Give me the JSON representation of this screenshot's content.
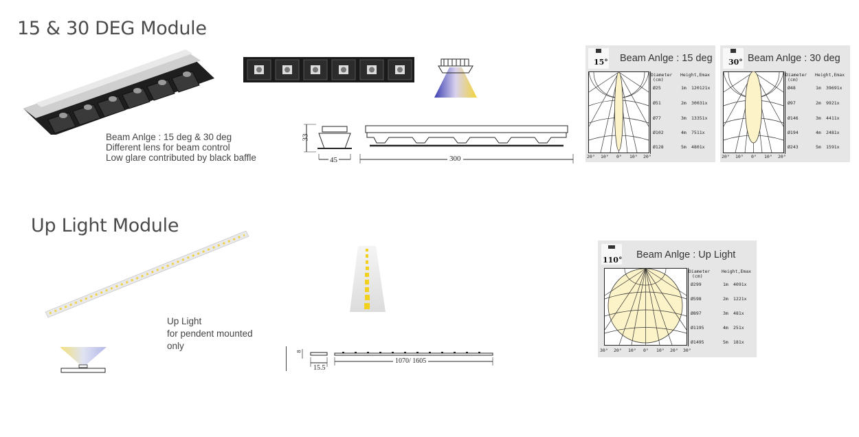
{
  "section1": {
    "title": "15 & 30 DEG Module",
    "description": [
      "Beam Anlge : 15 deg & 30 deg",
      "Different lens for beam control",
      "Low glare contributed by black baffle"
    ],
    "dimensions": {
      "height": "33",
      "width": "45",
      "length": "300"
    },
    "charts": [
      {
        "angle_badge": "15°",
        "title": "Beam Anlge : 15 deg",
        "col_diameter": "Diameter",
        "col_diameter_unit": "(cm)",
        "col_height": "Height,Emax",
        "rows": [
          {
            "diameter": "Ø25",
            "height": "1m",
            "emax": "120121x"
          },
          {
            "diameter": "Ø51",
            "height": "2m",
            "emax": "30031x"
          },
          {
            "diameter": "Ø77",
            "height": "3m",
            "emax": "13351x"
          },
          {
            "diameter": "Ø102",
            "height": "4m",
            "emax": "7511x"
          },
          {
            "diameter": "Ø128",
            "height": "5m",
            "emax": "4801x"
          }
        ],
        "axis_labels": [
          "20°",
          "10°",
          "0°",
          "10°",
          "20°"
        ]
      },
      {
        "angle_badge": "30°",
        "title": "Beam Anlge : 30 deg",
        "col_diameter": "Diameter",
        "col_diameter_unit": "(cm)",
        "col_height": "Height,Emax",
        "rows": [
          {
            "diameter": "Ø48",
            "height": "1m",
            "emax": "39691x"
          },
          {
            "diameter": "Ø97",
            "height": "2m",
            "emax": "9921x"
          },
          {
            "diameter": "Ø146",
            "height": "3m",
            "emax": "4411x"
          },
          {
            "diameter": "Ø194",
            "height": "4m",
            "emax": "2481x"
          },
          {
            "diameter": "Ø243",
            "height": "5m",
            "emax": "1591x"
          }
        ],
        "axis_labels": [
          "20°",
          "10°",
          "0°",
          "10°",
          "20°"
        ]
      }
    ]
  },
  "section2": {
    "title": "Up Light Module",
    "description": [
      "Up Light",
      "for pendent mounted",
      "only"
    ],
    "dimensions": {
      "height": "8",
      "width": "15.5",
      "length": "1070/ 1605"
    },
    "chart": {
      "angle_badge": "110°",
      "title": "Beam Anlge : Up Light",
      "col_diameter": "Diameter",
      "col_diameter_unit": "(cm)",
      "col_height": "Height,Emax",
      "rows": [
        {
          "diameter": "Ø299",
          "height": "1m",
          "emax": "4091x"
        },
        {
          "diameter": "Ø598",
          "height": "2m",
          "emax": "1221x"
        },
        {
          "diameter": "Ø897",
          "height": "3m",
          "emax": "481x"
        },
        {
          "diameter": "Ø1195",
          "height": "4m",
          "emax": "251x"
        },
        {
          "diameter": "Ø1495",
          "height": "5m",
          "emax": "181x"
        }
      ],
      "axis_labels": [
        "30°",
        "20°",
        "10°",
        "0°",
        "10°",
        "20°",
        "30°"
      ]
    }
  },
  "colors": {
    "panel_bg": "#e6e6e6",
    "beam_fill": "#fdf3c8",
    "led_yellow": "#f2d01e",
    "module_black": "#222222"
  }
}
